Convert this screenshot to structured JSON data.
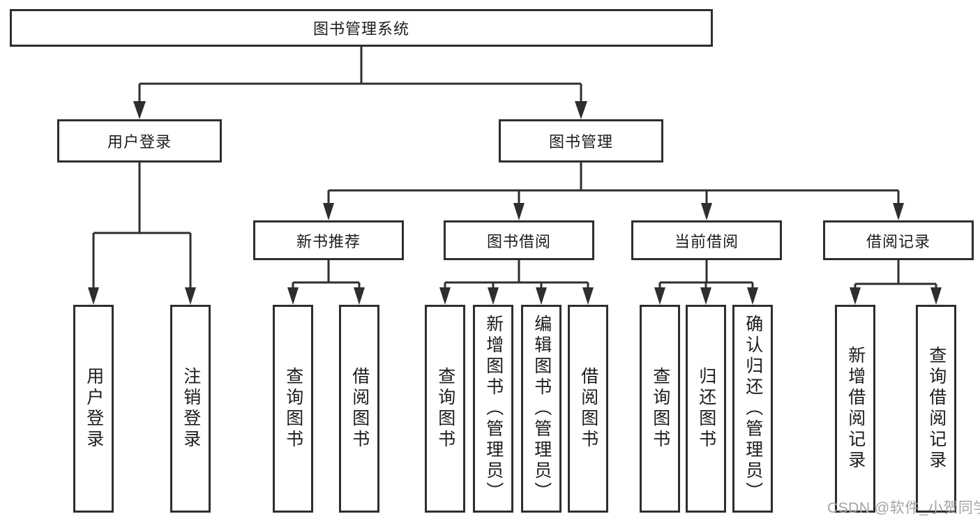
{
  "tree": {
    "root": {
      "label": "图书管理系统"
    },
    "branches": [
      {
        "label": "用户登录",
        "children": [
          "用户登录",
          "注销登录"
        ]
      },
      {
        "label": "图书管理",
        "children": [
          {
            "label": "新书推荐",
            "children": [
              "查询图书",
              "借阅图书"
            ]
          },
          {
            "label": "图书借阅",
            "children": [
              "查询图书",
              "新增图书（管理员）",
              "编辑图书（管理员）",
              "借阅图书"
            ]
          },
          {
            "label": "当前借阅",
            "children": [
              "查询图书",
              "归还图书",
              "确认归还（管理员）"
            ]
          },
          {
            "label": "借阅记录",
            "children": [
              "新增借阅记录",
              "查询借阅记录"
            ]
          }
        ]
      }
    ]
  },
  "watermark": {
    "text": "CSDN @软件_小贺同学"
  },
  "colors": {
    "line": "#2e2e2e",
    "border": "#2e2e2e",
    "text": "#1c1c1c",
    "watermark": "#a3a3a3",
    "background": "#ffffff"
  }
}
